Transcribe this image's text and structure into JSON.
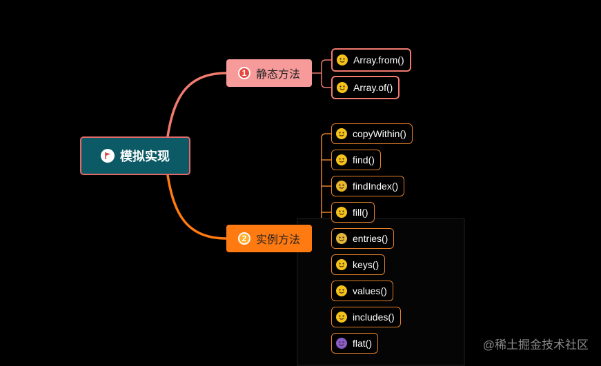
{
  "root": {
    "label": "模拟实现",
    "icon": "flag-icon"
  },
  "branches": [
    {
      "label": "静态方法",
      "index": "1",
      "color": "#f79a9a",
      "items": [
        {
          "label": "Array.from()",
          "icon": "heart-eyes-emoji-icon",
          "emoji_color": "#f4c21b"
        },
        {
          "label": "Array.of()",
          "icon": "surprised-emoji-icon",
          "emoji_color": "#f4c21b"
        }
      ]
    },
    {
      "label": "实例方法",
      "index": "2",
      "color": "#ff7a10",
      "items": [
        {
          "label": "copyWithin()",
          "icon": "laughing-emoji-icon",
          "emoji_color": "#f4c21b"
        },
        {
          "label": "find()",
          "icon": "smile-emoji-icon",
          "emoji_color": "#f4c21b"
        },
        {
          "label": "findIndex()",
          "icon": "money-mouth-emoji-icon",
          "emoji_color": "#e8b62c"
        },
        {
          "label": "fill()",
          "icon": "astonished-emoji-icon",
          "emoji_color": "#f4c21b"
        },
        {
          "label": "entries()",
          "icon": "relieved-emoji-icon",
          "emoji_color": "#e3b638"
        },
        {
          "label": "keys()",
          "icon": "thinking-emoji-icon",
          "emoji_color": "#f4c21b"
        },
        {
          "label": "values()",
          "icon": "kissing-emoji-icon",
          "emoji_color": "#f4c21b"
        },
        {
          "label": "includes()",
          "icon": "rofl-emoji-icon",
          "emoji_color": "#f4c21b"
        },
        {
          "label": "flat()",
          "icon": "smiling-devil-emoji-icon",
          "emoji_color": "#8a5cc9"
        }
      ]
    }
  ],
  "watermark": "@稀土掘金技术社区"
}
